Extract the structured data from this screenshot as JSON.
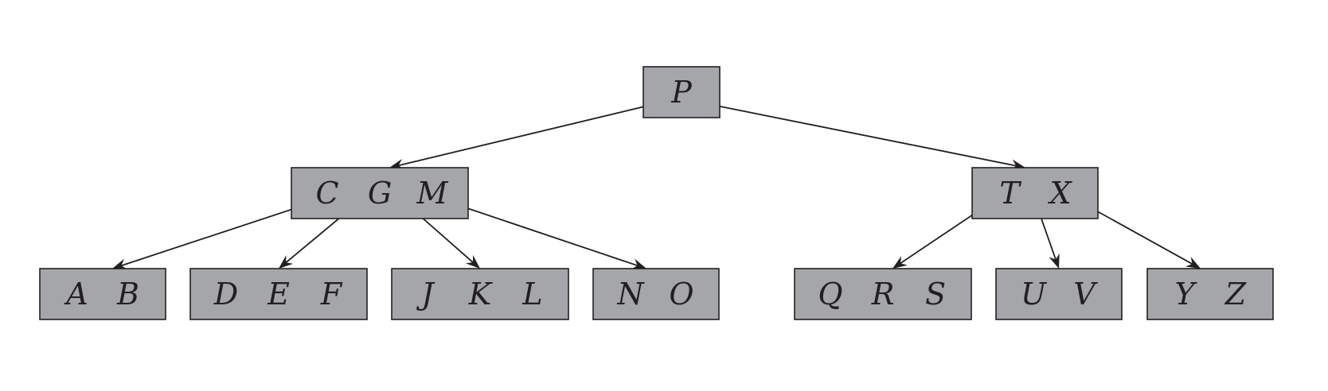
{
  "diagram": {
    "type": "b-tree",
    "colors": {
      "node_fill": "#a5a6aa",
      "node_stroke": "#231f20",
      "text": "#231f20",
      "edge": "#231f20"
    },
    "nodes": [
      {
        "id": "root",
        "keys": [
          "P"
        ]
      },
      {
        "id": "n-cgm",
        "keys": [
          "C",
          "G",
          "M"
        ]
      },
      {
        "id": "n-tx",
        "keys": [
          "T",
          "X"
        ]
      },
      {
        "id": "leaf-ab",
        "keys": [
          "A",
          "B"
        ]
      },
      {
        "id": "leaf-def",
        "keys": [
          "D",
          "E",
          "F"
        ]
      },
      {
        "id": "leaf-jkl",
        "keys": [
          "J",
          "K",
          "L"
        ]
      },
      {
        "id": "leaf-no",
        "keys": [
          "N",
          "O"
        ]
      },
      {
        "id": "leaf-qrs",
        "keys": [
          "Q",
          "R",
          "S"
        ]
      },
      {
        "id": "leaf-uv",
        "keys": [
          "U",
          "V"
        ]
      },
      {
        "id": "leaf-yz",
        "keys": [
          "Y",
          "Z"
        ]
      }
    ],
    "edges": [
      {
        "from": "root",
        "to": "n-cgm"
      },
      {
        "from": "root",
        "to": "n-tx"
      },
      {
        "from": "n-cgm",
        "to": "leaf-ab"
      },
      {
        "from": "n-cgm",
        "to": "leaf-def"
      },
      {
        "from": "n-cgm",
        "to": "leaf-jkl"
      },
      {
        "from": "n-cgm",
        "to": "leaf-no"
      },
      {
        "from": "n-tx",
        "to": "leaf-qrs"
      },
      {
        "from": "n-tx",
        "to": "leaf-uv"
      },
      {
        "from": "n-tx",
        "to": "leaf-yz"
      }
    ]
  }
}
